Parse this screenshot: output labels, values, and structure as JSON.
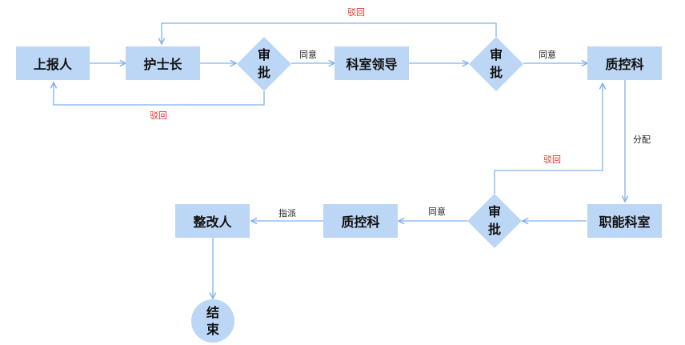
{
  "colors": {
    "node_fill": "#bcd6f5",
    "line": "#7fb2ee",
    "reject_text": "#e0332a"
  },
  "nodes": {
    "reporter": "上报人",
    "head_nurse": "护士长",
    "approve1_line1": "审",
    "approve1_line2": "批",
    "dept_leader": "科室领导",
    "approve2_line1": "审",
    "approve2_line2": "批",
    "quality_control": "质控科",
    "functional_dept": "职能科室",
    "approve3_line1": "审",
    "approve3_line2": "批",
    "quality_control_2": "质控科",
    "rectifier": "整改人",
    "end_line1": "结",
    "end_line2": "束"
  },
  "edge_labels": {
    "agree_1": "同意",
    "agree_2": "同意",
    "agree_3": "同意",
    "reject_1": "驳回",
    "reject_2": "驳回",
    "reject_3": "驳回",
    "assign": "分配",
    "dispatch": "指派"
  }
}
